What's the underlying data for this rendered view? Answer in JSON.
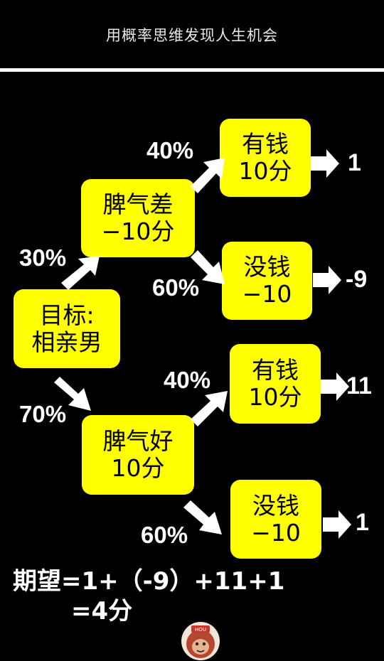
{
  "header": {
    "title": "用概率思维发现人生机会"
  },
  "tree": {
    "root": {
      "line1": "目标:",
      "line2": "相亲男"
    },
    "bad_temper": {
      "prob": "30%",
      "line1": "脾气差",
      "line2": "−10分",
      "rich": {
        "prob": "40%",
        "line1": "有钱",
        "line2": "10分",
        "outcome": "1"
      },
      "poor": {
        "prob": "60%",
        "line1": "没钱",
        "line2": "−10",
        "outcome": "-9"
      }
    },
    "good_temper": {
      "prob": "70%",
      "line1": "脾气好",
      "line2": "10分",
      "rich": {
        "prob": "40%",
        "line1": "有钱",
        "line2": "10分",
        "outcome": "11"
      },
      "poor": {
        "prob": "60%",
        "line1": "没钱",
        "line2": "−10",
        "outcome": "1"
      }
    }
  },
  "expectation": {
    "line1": "期望=1+（-9）+11+1",
    "line2": "=4分"
  },
  "colors": {
    "box": "#ffff00",
    "background": "#000000",
    "text": "#ffffff"
  },
  "logo": {
    "icon": "monkey-avatar-icon",
    "text": "HOU"
  }
}
